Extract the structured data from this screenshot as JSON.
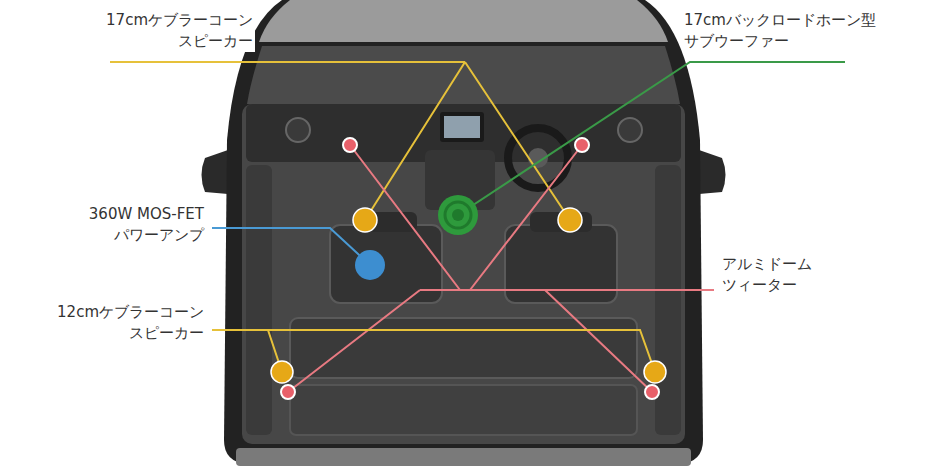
{
  "diagram": {
    "labels": [
      "17cmケブラーコーン スピーカー",
      "17cmバックロードホーン型 サブウーファー",
      "360W MOS-FET パワーアンプ",
      "アルミドーム ツィーター",
      "12cmケブラーコーン スピーカー"
    ]
  }
}
